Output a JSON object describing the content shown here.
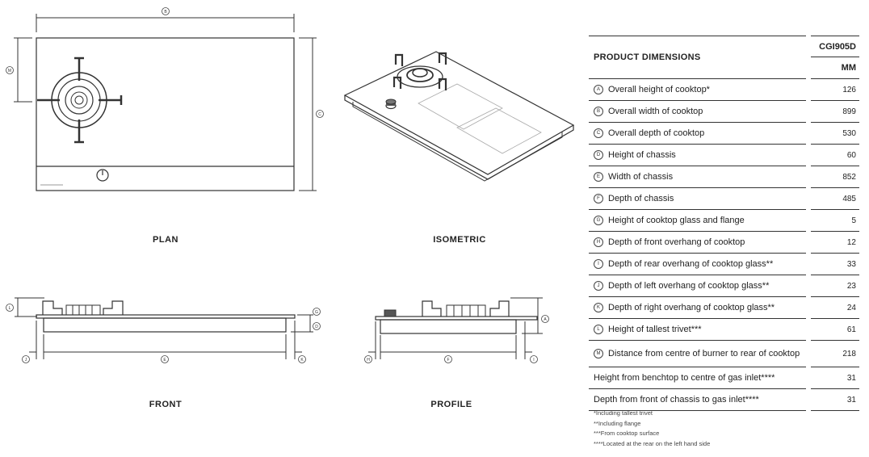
{
  "views": {
    "plan": "PLAN",
    "isometric": "ISOMETRIC",
    "front": "FRONT",
    "profile": "PROFILE"
  },
  "dim_letters": {
    "a": "A",
    "b": "B",
    "c": "C",
    "d": "D",
    "e": "E",
    "f": "F",
    "g": "G",
    "h": "H",
    "i": "I",
    "j": "J",
    "k": "K",
    "l": "L",
    "m": "M"
  },
  "table": {
    "title": "PRODUCT DIMENSIONS",
    "model": "CGI905D",
    "unit": "MM",
    "rows": [
      {
        "key": "A",
        "label": "Overall height of cooktop*",
        "value": "126"
      },
      {
        "key": "B",
        "label": "Overall width of cooktop",
        "value": "899"
      },
      {
        "key": "C",
        "label": "Overall depth of cooktop",
        "value": "530"
      },
      {
        "key": "D",
        "label": "Height of chassis",
        "value": "60"
      },
      {
        "key": "E",
        "label": "Width of chassis",
        "value": "852"
      },
      {
        "key": "F",
        "label": "Depth of chassis",
        "value": "485"
      },
      {
        "key": "G",
        "label": "Height of cooktop glass and flange",
        "value": "5"
      },
      {
        "key": "H",
        "label": "Depth of front overhang of cooktop",
        "value": "12"
      },
      {
        "key": "I",
        "label": "Depth of rear overhang of cooktop glass**",
        "value": "33"
      },
      {
        "key": "J",
        "label": "Depth of left overhang of cooktop glass**",
        "value": "23"
      },
      {
        "key": "K",
        "label": "Depth of right overhang of cooktop glass**",
        "value": "24"
      },
      {
        "key": "L",
        "label": "Height of tallest trivet***",
        "value": "61"
      },
      {
        "key": "M",
        "label": "Distance from centre of burner to rear of cooktop",
        "value": "218"
      }
    ],
    "extra_rows": [
      {
        "label": "Height from benchtop to centre of gas inlet****",
        "value": "31"
      },
      {
        "label": "Depth from front of chassis to gas inlet****",
        "value": "31"
      }
    ]
  },
  "notes": [
    "*Including tallest trivet",
    "**Including flange",
    "***From cooktop surface",
    "****Located at the rear on the left hand side"
  ]
}
